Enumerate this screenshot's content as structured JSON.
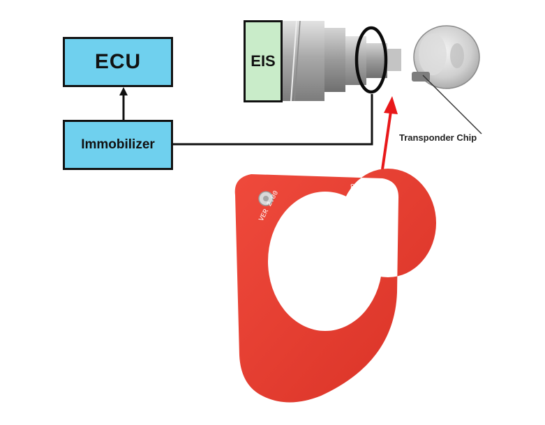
{
  "blocks": {
    "ecu": {
      "label": "ECU"
    },
    "immobilizer": {
      "label": "Immobilizer"
    },
    "eis": {
      "label": "EIS"
    }
  },
  "transponder": {
    "label": "Transponder Chip"
  },
  "antenna_board": {
    "version_text": "VER 2.00",
    "code_text": "113"
  },
  "colors": {
    "block_fill": "#6fd0ee",
    "eis_fill": "#c9ecc9",
    "antenna_red": "#e53a2e",
    "arrow_red": "#e8181a",
    "wire": "#111111"
  }
}
